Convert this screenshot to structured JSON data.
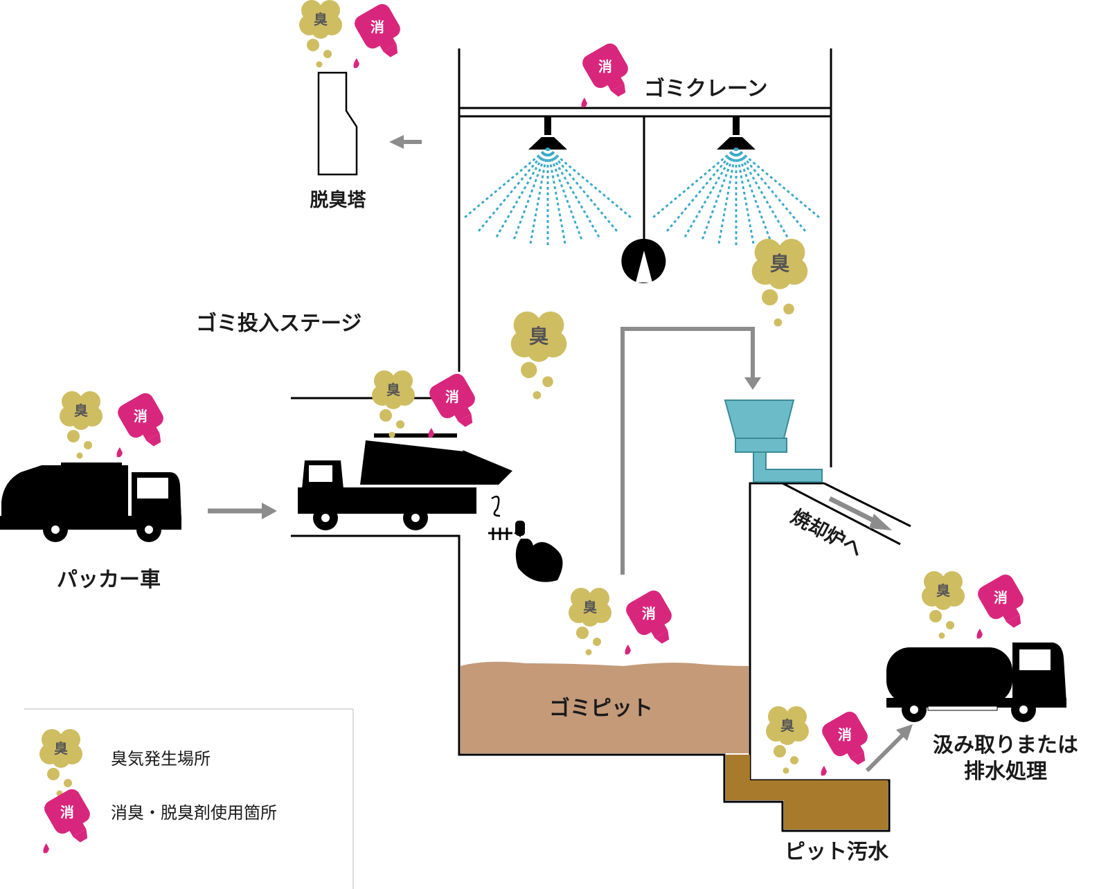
{
  "labels": {
    "crane": "ゴミクレーン",
    "tower": "脱臭塔",
    "stage": "ゴミ投入ステージ",
    "packer": "パッカー車",
    "pit": "ゴミピット",
    "incinerator": "焼却炉へ",
    "wastewater": "ピット汚水",
    "disposal_line1": "汲み取りまたは",
    "disposal_line2": "排水処理"
  },
  "badges": {
    "odor": "臭",
    "deodorant": "消"
  },
  "legend": {
    "odor_source": "臭気発生場所",
    "deodorant_use": "消臭・脱臭剤使用箇所"
  },
  "colors": {
    "odor": "#cfbd62",
    "deodorant": "#d9267d",
    "spray": "#3aa9c9",
    "hopper": "#6bbcc8",
    "pit_fill": "#c49a78",
    "wastewater_fill": "#a87b2c",
    "arrow": "#8c8c8c"
  }
}
